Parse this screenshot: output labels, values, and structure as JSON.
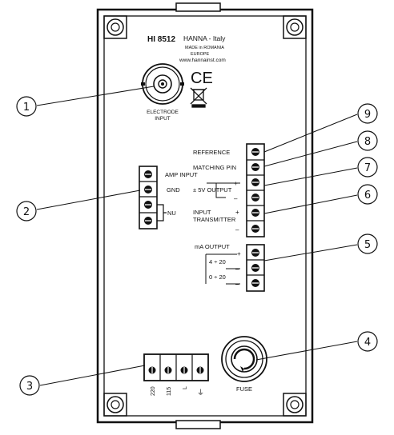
{
  "header": {
    "model": "HI 8512",
    "brand": "HANNA - Italy",
    "made_in": "MADE in ROMANIA",
    "region": "EUROPE",
    "website": "www.hannainst.com"
  },
  "marks": {
    "ce": "CE",
    "weee_icon": "crossed-bin-icon"
  },
  "bnc": {
    "label_line1": "ELECTRODE",
    "label_line2": "INPUT"
  },
  "left_terminal": {
    "amp_input": "AMP INPUT",
    "gnd": "GND",
    "nu": "NU"
  },
  "right_terminals": {
    "reference": "REFERENCE",
    "matching_pin": "MATCHING PIN",
    "output_5v": "± 5V OUTPUT",
    "input_transmitter_line1": "INPUT",
    "input_transmitter_line2": "TRANSMITTER",
    "ma_output": "mA OUTPUT",
    "range_4_20": "4 ÷ 20",
    "range_0_20": "0 ÷ 20",
    "plus": "+",
    "minus": "–"
  },
  "power_terminal": {
    "labels": [
      "220",
      "115",
      "L",
      "⏚"
    ]
  },
  "fuse": {
    "label": "FUSE"
  },
  "callouts": [
    "1",
    "2",
    "3",
    "4",
    "5",
    "6",
    "7",
    "8",
    "9"
  ]
}
